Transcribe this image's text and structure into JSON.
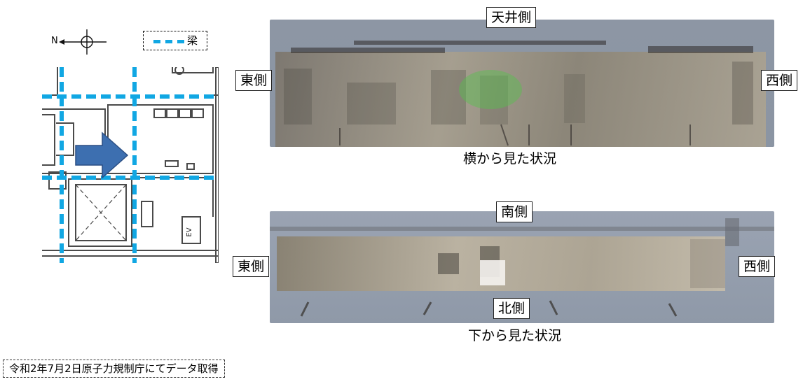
{
  "legend": {
    "compass_label": "N",
    "beam_label": "梁"
  },
  "colors": {
    "beam": "#11a7e3",
    "arrow": "#3d6fb0",
    "wall": "#4a4a4a"
  },
  "side_view": {
    "top_label": "天井側",
    "left_label": "東側",
    "right_label": "西側",
    "caption": "横から見た状況"
  },
  "bottom_view": {
    "top_label": "南側",
    "bottom_label": "北側",
    "left_label": "東側",
    "right_label": "西側",
    "caption": "下から見た状況"
  },
  "plan": {
    "ev_label": "EV"
  },
  "source_note": "令和2年7月2日原子力規制庁にてデータ取得"
}
